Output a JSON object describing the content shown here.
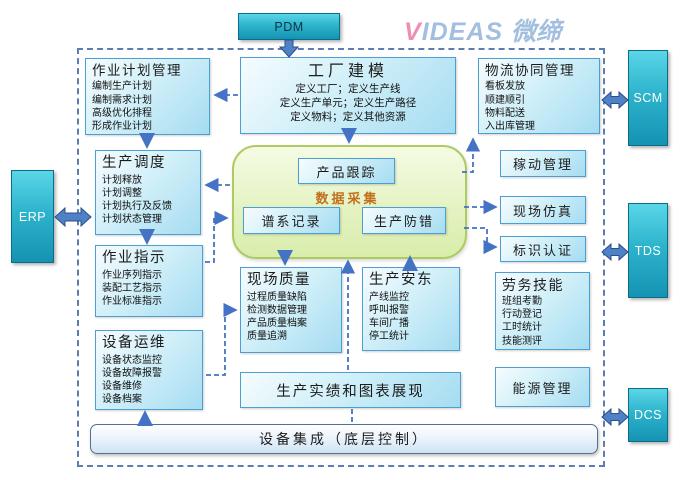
{
  "logo": {
    "v": "V",
    "ideas": "IDEAS",
    "cn": "微缔"
  },
  "external_systems": {
    "pdm": "PDM",
    "erp": "ERP",
    "scm": "SCM",
    "tds": "TDS",
    "dcs": "DCS"
  },
  "modules": {
    "job_planning": {
      "title": "作业计划管理",
      "items": [
        "编制生产计划",
        "编制需求计划",
        "高级优化排程",
        "形成作业计划"
      ]
    },
    "factory_modeling": {
      "title": "工厂建模",
      "items": [
        "定义工厂；定义生产线",
        "定义生产单元；定义生产路径",
        "定义物料；定义其他资源"
      ]
    },
    "logistics_management": {
      "title": "物流协同管理",
      "items": [
        "看板发放",
        "顺建顺引",
        "物料配送",
        "入出库管理"
      ]
    },
    "production_scheduling": {
      "title": "生产调度",
      "items": [
        "计划释放",
        "计划调整",
        "计划执行及反馈",
        "计划状态管理"
      ]
    },
    "work_instruction": {
      "title": "作业指示",
      "items": [
        "作业序列指示",
        "装配工艺指示",
        "作业标准指示"
      ]
    },
    "equipment_maintenance": {
      "title": "设备运维",
      "items": [
        "设备状态监控",
        "设备故障报警",
        "设备维修",
        "设备档案"
      ]
    },
    "core": {
      "product_tracking": "产品跟踪",
      "data_collection": "数据采集",
      "genealogy_record": "谱系记录",
      "error_proofing": "生产防错"
    },
    "utilization_management": "稼动管理",
    "field_simulation": "现场仿真",
    "identification": "标识认证",
    "labor_skills": {
      "title": "劳务技能",
      "items": [
        "班组考勤",
        "行动登记",
        "工时统计",
        "技能测评"
      ]
    },
    "energy_management": "能源管理",
    "field_quality": {
      "title": "现场质量",
      "items": [
        "过程质量缺陷",
        "检测数据管理",
        "产品质量档案",
        "质量追溯"
      ]
    },
    "production_andon": {
      "title": "生产安东",
      "items": [
        "产线监控",
        "呼叫报警",
        "车间广播",
        "停工统计"
      ]
    },
    "performance_display": "生产实绩和图表展现",
    "device_integration": "设备集成（底层控制）"
  },
  "colors": {
    "teal_box": "#2db4cd",
    "module_border": "#4e9fd1",
    "green_panel_border": "#aecb62",
    "arrow_blue": "#4472c4",
    "block_arrow": "#4f81c7",
    "data_collection_text": "#c2701d",
    "logo_pink": "#ee8fb5",
    "logo_blue": "#a3bfe0",
    "dashed_frame": "#5b7db1"
  }
}
